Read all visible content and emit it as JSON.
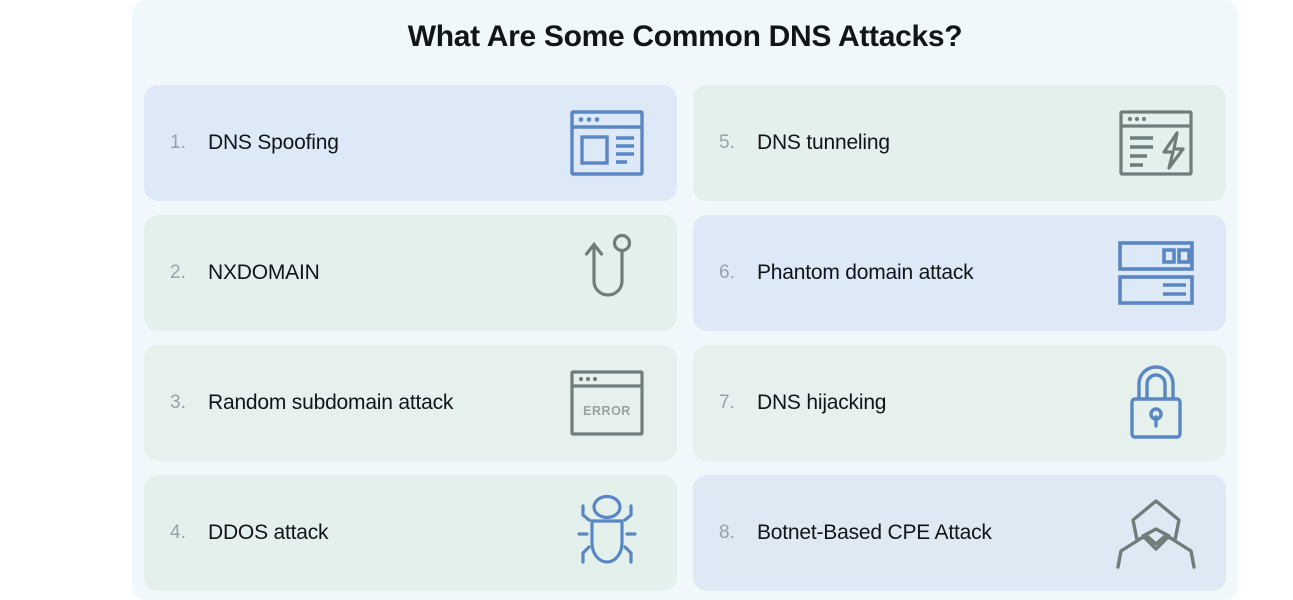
{
  "page": {
    "title": "What Are Some Common DNS Attacks?",
    "background_color": "#ffffff",
    "panel_color": "#f1f8fb",
    "title_color": "#111418",
    "number_color": "#98a2a8",
    "label_color": "#111418",
    "accent_blue": "#5b86c4",
    "accent_gray": "#6f7d7b"
  },
  "items": [
    {
      "number": "1.",
      "label": "DNS Spoofing",
      "icon": "browser-window-layout-icon",
      "icon_color": "#5b86c4",
      "card_color": "#dde9f6",
      "column": "left"
    },
    {
      "number": "2.",
      "label": "NXDOMAIN",
      "icon": "fish-hook-icon",
      "icon_color": "#6f7d7b",
      "card_color": "#e4f0ec",
      "column": "left"
    },
    {
      "number": "3.",
      "label": "Random subdomain attack",
      "icon": "browser-error-window-icon",
      "icon_color": "#6f7d7b",
      "card_color": "#e6f1ed",
      "icon_text": "ERROR",
      "column": "left"
    },
    {
      "number": "4.",
      "label": "DDOS attack",
      "icon": "bug-icon",
      "icon_color": "#5b86c4",
      "card_color": "#e4f0ec",
      "column": "left"
    },
    {
      "number": "5.",
      "label": "DNS tunneling",
      "icon": "browser-lightning-window-icon",
      "icon_color": "#6f7d7b",
      "card_color": "#e4f0ec",
      "column": "right"
    },
    {
      "number": "6.",
      "label": "Phantom domain attack",
      "icon": "server-rack-icon",
      "icon_color": "#5b86c4",
      "card_color": "#dde9f6",
      "column": "right"
    },
    {
      "number": "7.",
      "label": "DNS hijacking",
      "icon": "padlock-icon",
      "icon_color": "#5b86c4",
      "card_color": "#e6f1ed",
      "column": "right"
    },
    {
      "number": "8.",
      "label": "Botnet-Based CPE Attack",
      "icon": "hacker-hoodie-icon",
      "icon_color": "#6f7d7b",
      "card_color": "#dfe9f4",
      "column": "right"
    }
  ]
}
